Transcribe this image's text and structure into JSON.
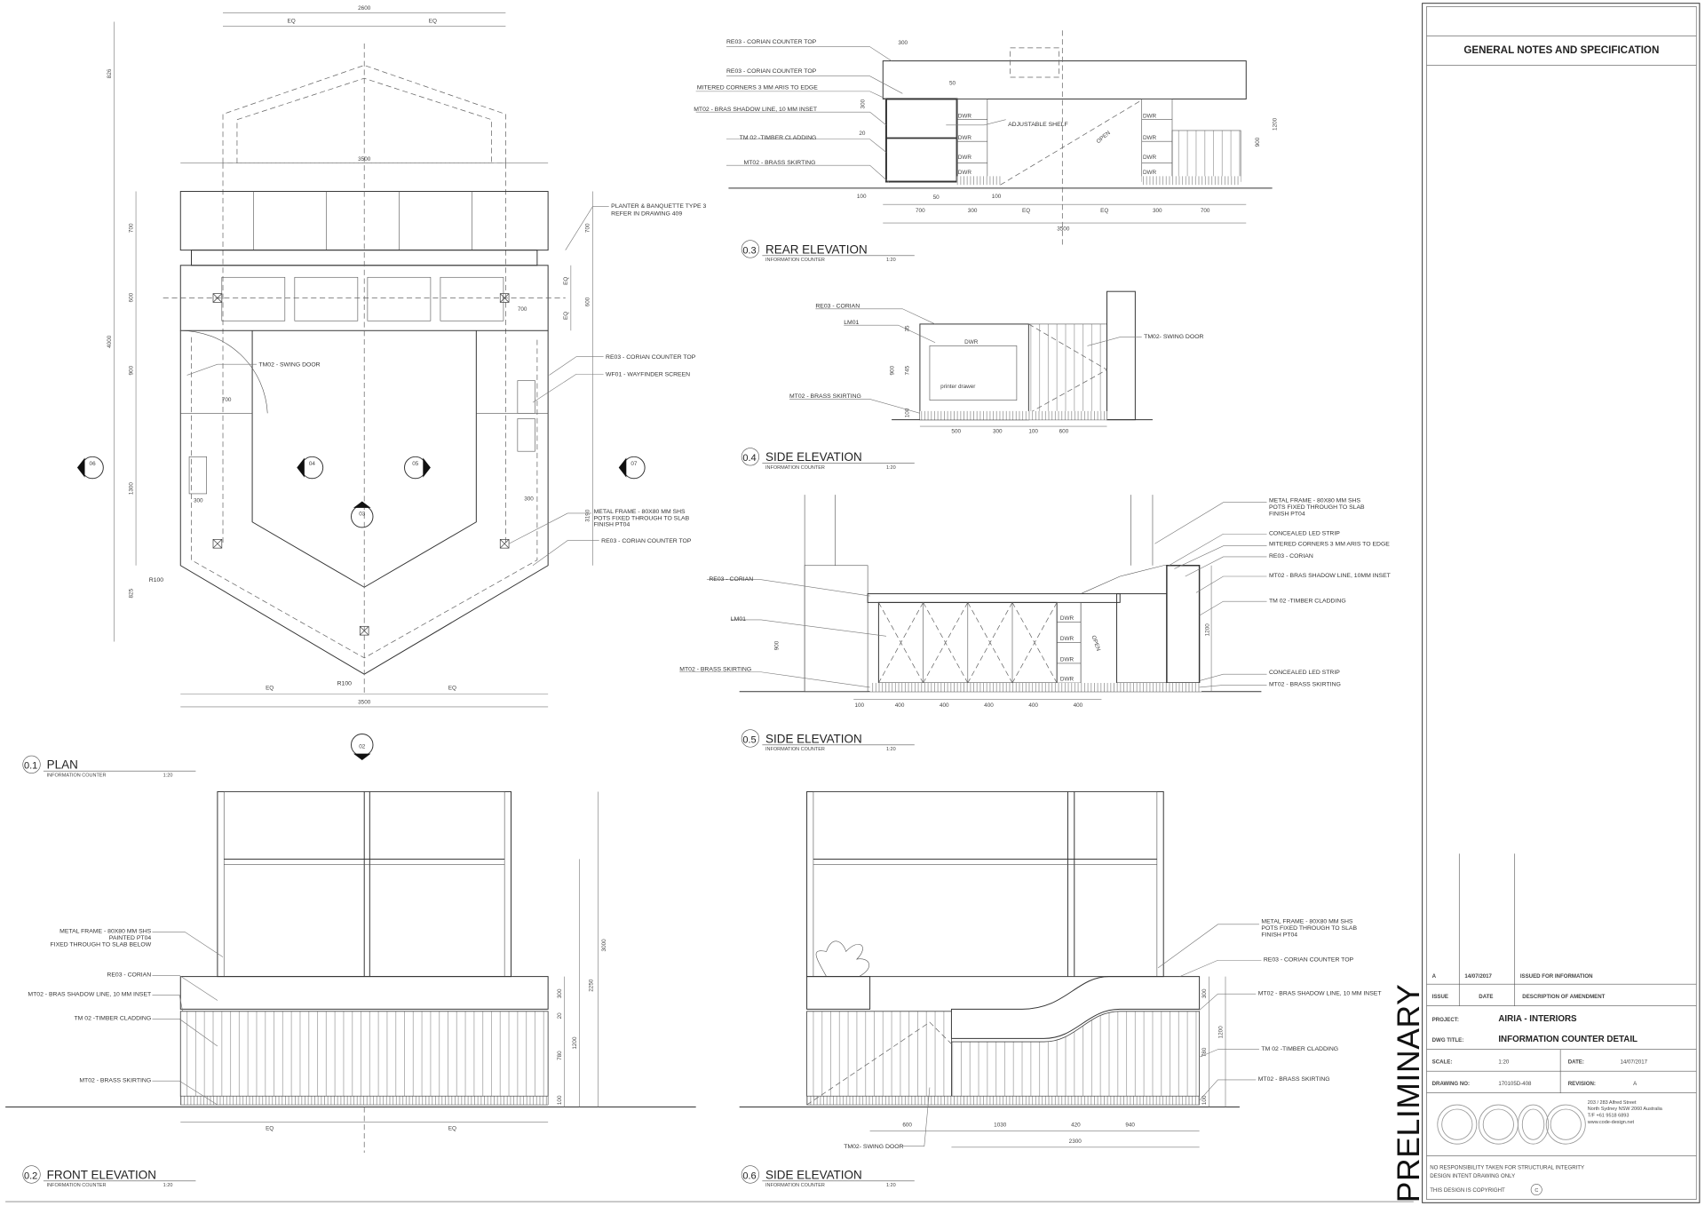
{
  "title_block": {
    "heading": "GENERAL NOTES AND SPECIFICATION",
    "stamp": "PRELIMINARY",
    "revision_row": {
      "issue": "A",
      "date": "14/07/2017",
      "description": "ISSUED FOR INFORMATION"
    },
    "revision_header": {
      "issue": "ISSUE",
      "date": "DATE",
      "description": "DESCRIPTION OF AMENDMENT"
    },
    "project_label": "PROJECT:",
    "project": "AIRIA - INTERIORS",
    "dwg_title_label": "DWG TITLE:",
    "dwg_title": "INFORMATION COUNTER DETAIL",
    "scale_label": "SCALE:",
    "scale": "1:20",
    "date_label": "DATE:",
    "date": "14/07/2017",
    "drawing_no_label": "DRAWING NO:",
    "drawing_no": "170105D-408",
    "revision_label": "REVISION:",
    "revision": "A",
    "logo": "code",
    "address": [
      "203 / 283 Alfred Street",
      "North Sydney NSW 2060 Australia",
      "T/F +61 9518 6893",
      "www.code-design.net"
    ],
    "notes": [
      "NO RESPONSIBILITY TAKEN FOR STRUCTURAL INTEGRITY",
      "DESIGN INTENT DRAWING ONLY",
      "THIS DESIGN IS COPYRIGHT"
    ],
    "copyright_symbol": "C"
  },
  "views": {
    "plan": {
      "number": "0.1",
      "title": "PLAN",
      "subtitle": "INFORMATION COUNTER",
      "scale": "1:20"
    },
    "front": {
      "number": "0.2",
      "title": "FRONT ELEVATION",
      "subtitle": "INFORMATION COUNTER",
      "scale": "1:20"
    },
    "rear": {
      "number": "0.3",
      "title": "REAR ELEVATION",
      "subtitle": "INFORMATION COUNTER",
      "scale": "1:20"
    },
    "side4": {
      "number": "0.4",
      "title": "SIDE ELEVATION",
      "subtitle": "INFORMATION COUNTER",
      "scale": "1:20"
    },
    "side5": {
      "number": "0.5",
      "title": "SIDE ELEVATION",
      "subtitle": "INFORMATION COUNTER",
      "scale": "1:20"
    },
    "side6": {
      "number": "0.6",
      "title": "SIDE ELEVATION",
      "subtitle": "INFORMATION COUNTER",
      "scale": "1:20"
    }
  },
  "markers": [
    "06",
    "04",
    "05",
    "03",
    "07",
    "02"
  ],
  "plan": {
    "labels": [
      "PLANTER & BANQUETTE TYPE 3",
      "REFER IN DRAWING 409",
      "TM02 - SWING DOOR",
      "RE03 - CORIAN COUNTER TOP",
      "WF01 - WAYFINDER SCREEN",
      "METAL FRAME - 80X80 MM SHS",
      "POTS FIXED THROUGH TO SLAB",
      "FINISH PT04",
      "RE03 - CORIAN COUNTER TOP",
      "R100",
      "R100"
    ],
    "dims": [
      "2600",
      "EQ",
      "EQ",
      "3500",
      "700",
      "600",
      "900",
      "1300",
      "825",
      "4000",
      "700",
      "600",
      "EQ",
      "EQ",
      "700",
      "300",
      "300",
      "3190",
      "EQ",
      "EQ",
      "3500",
      "826"
    ]
  },
  "rear": {
    "labels": [
      "RE03 - CORIAN COUNTER TOP",
      "RE03 - CORIAN COUNTER TOP",
      "MITERED CORNERS 3 MM  ARIS TO EDGE",
      "MT02 - BRAS SHADOW LINE, 10 MM INSET",
      "TM 02 -TIMBER CLADDING",
      "MT02 - BRASS SKIRTING",
      "ADJUSTABLE SHELF",
      "OPEN",
      "DWR"
    ],
    "dims": [
      "300",
      "50",
      "300",
      "20",
      "100",
      "50",
      "100",
      "700",
      "300",
      "EQ",
      "EQ",
      "300",
      "700",
      "3500",
      "900",
      "1200"
    ]
  },
  "side4": {
    "labels": [
      "RE03 - CORIAN",
      "LM01",
      "MT02 - BRASS SKIRTING",
      "TM02- SWING DOOR",
      "DWR",
      "printer drawer"
    ],
    "dims": [
      "35",
      "745",
      "900",
      "100",
      "500",
      "300",
      "100",
      "600"
    ]
  },
  "side5": {
    "labels": [
      "RE03 - CORIAN",
      "LM01",
      "MT02 - BRASS SKIRTING",
      "METAL FRAME - 80X80 MM SHS",
      "POTS FIXED THROUGH TO SLAB",
      "FINISH PT04",
      "CONCEALED LED STRIP",
      "MITERED CORNERS 3 MM  ARIS TO EDGE",
      "RE03 - CORIAN",
      "MT02 - BRAS SHADOW LINE, 10MM INSET",
      "TM 02 -TIMBER CLADDING",
      "CONCEALED LED STRIP",
      "MT02 - BRASS SKIRTING",
      "OPEN",
      "DWR"
    ],
    "dims": [
      "900",
      "1200",
      "100",
      "400",
      "400",
      "400",
      "400",
      "400"
    ]
  },
  "front": {
    "labels": [
      "METAL FRAME - 80X80 MM SHS",
      "PAINTED PT04",
      "FIXED THROUGH TO SLAB BELOW",
      "RE03 - CORIAN",
      "MT02 - BRAS SHADOW LINE, 10 MM INSET",
      "TM 02 -TIMBER CLADDING",
      "MT02 - BRASS SKIRTING"
    ],
    "dims": [
      "300",
      "20",
      "780",
      "1200",
      "100",
      "2250",
      "3000",
      "EQ",
      "EQ"
    ]
  },
  "side6": {
    "labels": [
      "METAL FRAME - 80X80 MM SHS",
      "POTS FIXED THROUGH TO SLAB",
      "FINISH PT04",
      "RE03 - CORIAN COUNTER TOP",
      "MT02 - BRAS SHADOW LINE, 10 MM INSET",
      "TM 02 -TIMBER CLADDING",
      "MT02 - BRASS SKIRTING",
      "TM02- SWING DOOR"
    ],
    "dims": [
      "300",
      "780",
      "1200",
      "100",
      "600",
      "1030",
      "420",
      "940",
      "2300"
    ]
  }
}
